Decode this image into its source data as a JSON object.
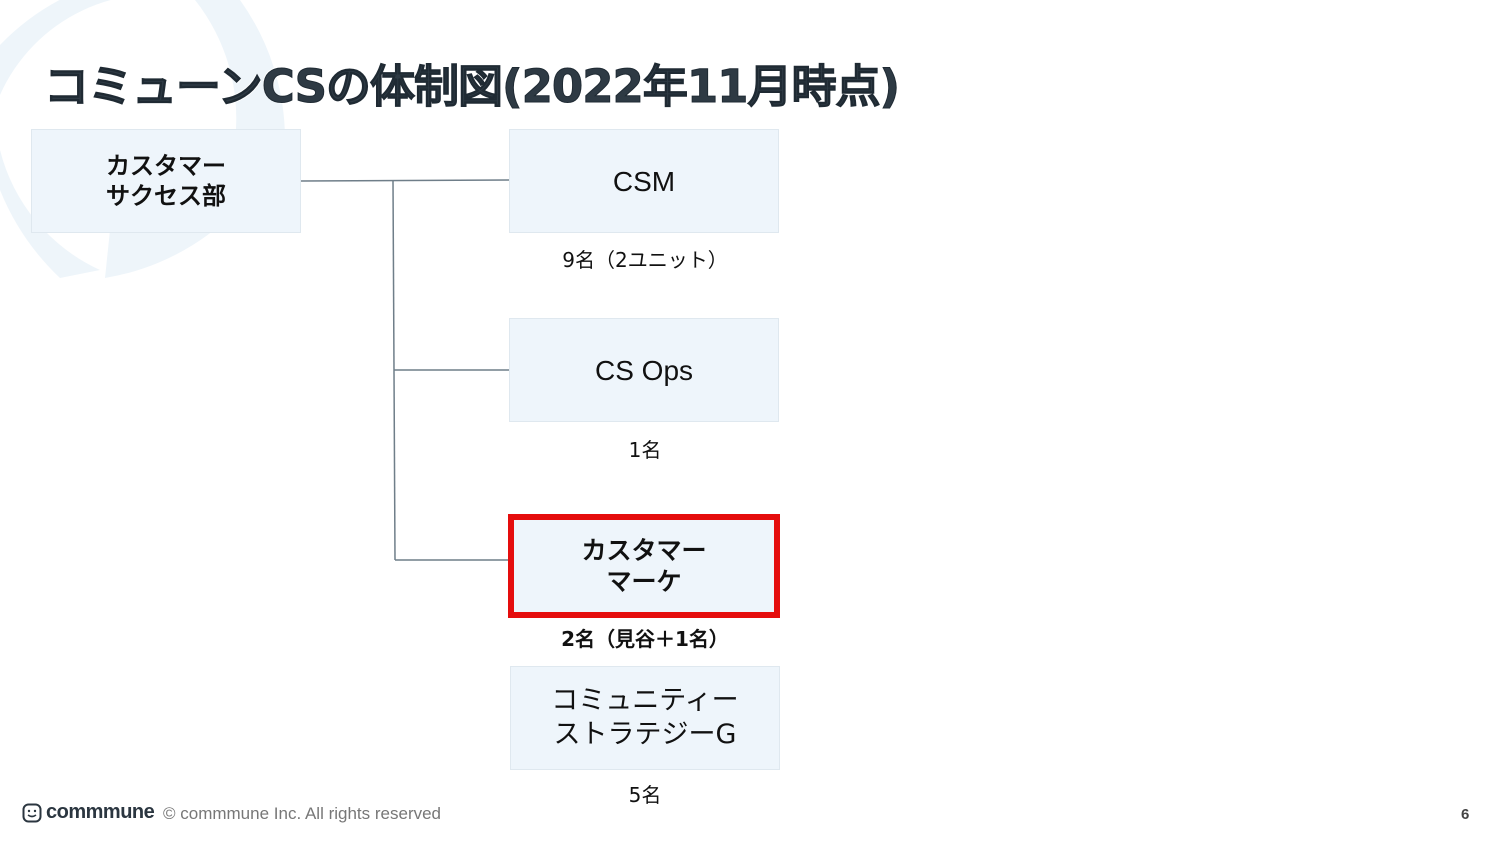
{
  "title": "コミューンCSの体制図(2022年11月時点)",
  "colors": {
    "box_fill": "#eef5fb",
    "highlight_border": "#e50d0d",
    "connector": "#6f7e89"
  },
  "org": {
    "root": {
      "label": "カスタマー\nサクセス部"
    },
    "units": [
      {
        "label": "CSM",
        "count": "9名（2ユニット）"
      },
      {
        "label": "CS Ops",
        "count": "1名"
      },
      {
        "label": "カスタマー\nマーケ",
        "count": "2名（見谷＋1名）",
        "highlighted": true
      },
      {
        "label": "コミュニティー\nストラテジーG",
        "count": "5名"
      }
    ]
  },
  "footer": {
    "brand": "commmune",
    "copyright": "© commmune Inc. All rights reserved",
    "page": "6"
  }
}
